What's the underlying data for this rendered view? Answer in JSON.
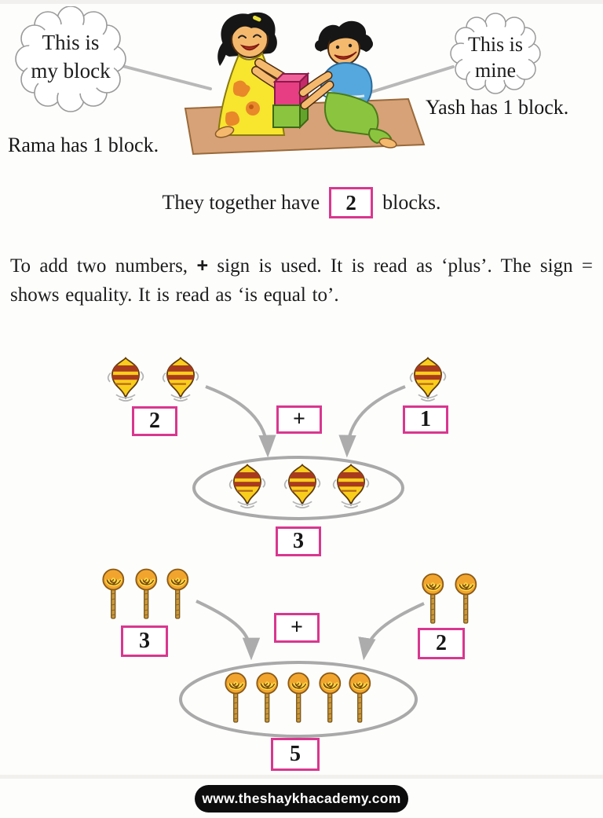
{
  "scene": {
    "bubble_left_line1": "This is",
    "bubble_left_line2": "my block",
    "bubble_right_line1": "This is",
    "bubble_right_line2": "mine",
    "caption_left": "Rama has 1 block.",
    "caption_right": "Yash has 1 block."
  },
  "together": {
    "prefix": "They together have",
    "boxed_value": "2",
    "suffix": "blocks."
  },
  "paragraph": {
    "before_plus": "To add two numbers,",
    "plus": "+",
    "after_plus": "sign is used. It is read as ‘plus’. The sign = shows equality. It is read as ‘is equal to’."
  },
  "figures": [
    {
      "item": "spinning-tops",
      "left_value": "2",
      "operator": "+",
      "right_value": "1",
      "total_value": "3"
    },
    {
      "item": "lollipops",
      "left_value": "3",
      "operator": "+",
      "right_value": "2",
      "total_value": "5"
    }
  ],
  "footer": {
    "website": "www.theshaykhacademy.com"
  },
  "colors": {
    "box_border": "#d9378f",
    "arrow_gray": "#acacac",
    "oval_gray": "#a9a9a9",
    "top_yellow": "#f9cd1c",
    "top_red": "#a83a1e",
    "lollipop_orange": "#f2a52e",
    "lollipop_yellow": "#ffdf45",
    "mat_tan": "#d7a277",
    "badge_bg": "#0d0d0d",
    "badge_text": "#ffffff"
  }
}
